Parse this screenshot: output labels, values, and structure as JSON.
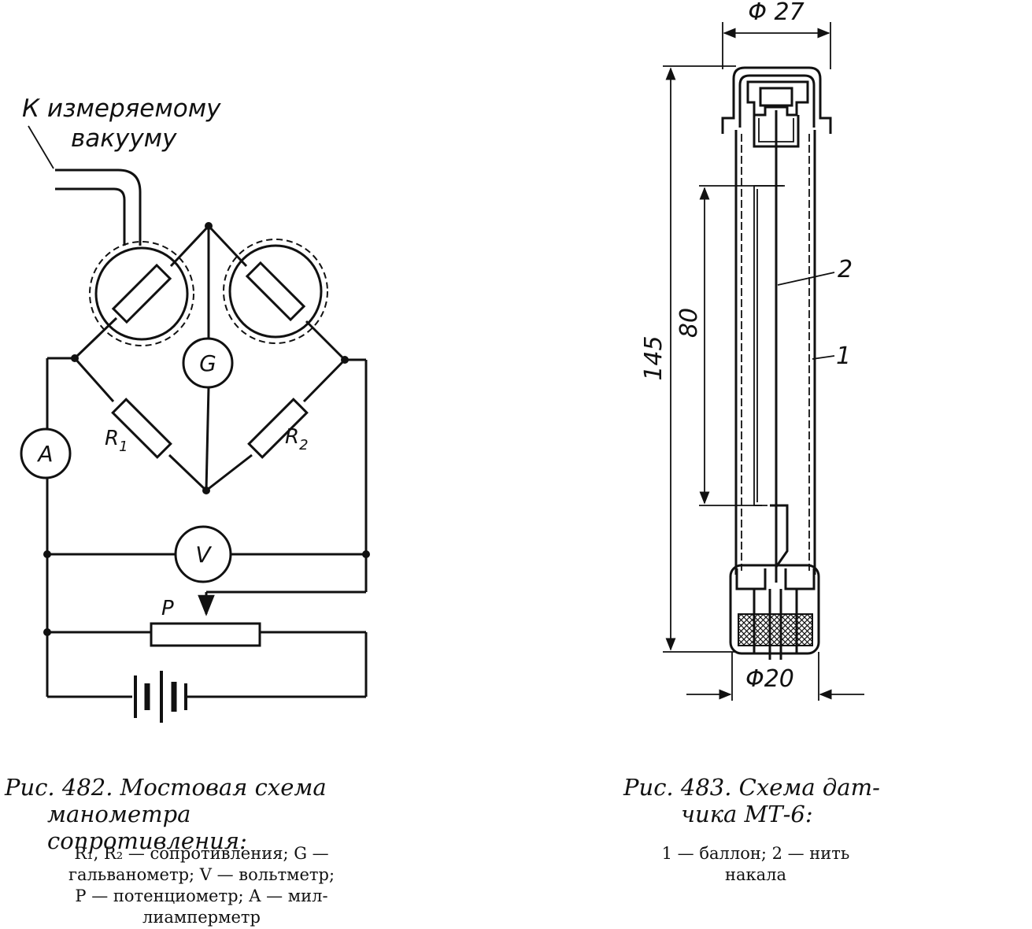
{
  "fig482": {
    "vacuum_label_1": "К измеряемому",
    "vacuum_label_2": "вакууму",
    "meters": {
      "galvanometer": "G",
      "ammeter": "A",
      "voltmeter": "V"
    },
    "resistors": {
      "r1": "R",
      "r1_sub": "1",
      "r2": "R",
      "r2_sub": "2",
      "potentiometer": "P"
    },
    "caption_line1": "Рис.  482.  Мостовая  схема",
    "caption_line2": "манометра сопротивления:",
    "legend_lines": [
      "R₁, R₂ — сопротивления; G —",
      "гальванометр;  V — вольтметр;",
      "P — потенциометр;  A — мил-",
      "лиамперметр"
    ]
  },
  "fig483": {
    "dim_top": "Φ 27",
    "dim_bottom": "Φ20",
    "dim_height": "145",
    "dim_filament": "80",
    "callout_2": "2",
    "callout_1": "1",
    "caption_line1": "Рис. 483. Схема дат-",
    "caption_line2": "чика  МТ-6:",
    "legend_lines": [
      "1 — баллон;   2 — нить",
      "накала"
    ]
  }
}
